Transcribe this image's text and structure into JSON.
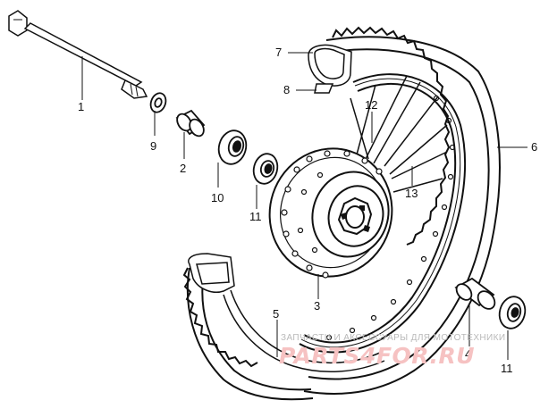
{
  "callouts": {
    "n1": "1",
    "n2": "2",
    "n3": "3",
    "n4": "4",
    "n5": "5",
    "n6": "6",
    "n7": "7",
    "n8": "8",
    "n9": "9",
    "n10": "10",
    "n11a": "11",
    "n11b": "11",
    "n12": "12",
    "n13": "13"
  },
  "watermark": {
    "line": "ЗАПЧАСТИ И АКСЕССУАРЫ ДЛЯ МОТОТЕХНИКИ",
    "logo": "PARTS4FOR.RU"
  },
  "colors": {
    "ink": "#111111",
    "watermark_text": "#b9b9b9",
    "watermark_logo": "#f6c2c2"
  }
}
